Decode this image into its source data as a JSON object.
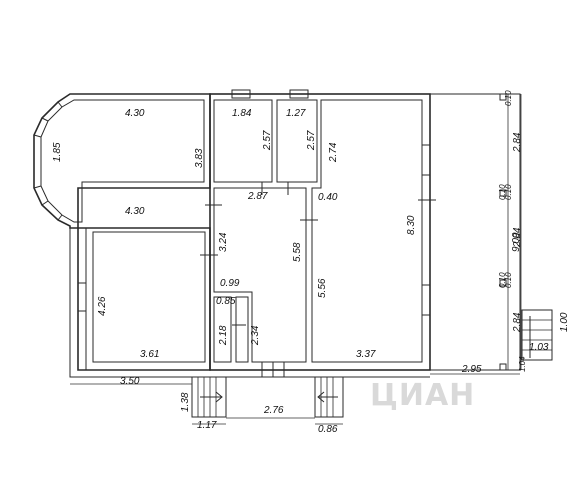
{
  "watermark": "ЦИАН",
  "rooms": {
    "bay_room": {
      "width_top": "4.30",
      "bay": "1.85",
      "height": "3.83",
      "width_bottom": "4.30"
    },
    "small_room_a": {
      "width": "1.84",
      "height": "2.57"
    },
    "small_room_b": {
      "width": "1.27",
      "height": "2.57"
    },
    "corridor": {
      "width": "2.87",
      "height": "3.24",
      "length": "5.58"
    },
    "big_room": {
      "height_top": "2.74",
      "offset": "0.40",
      "length": "5.56",
      "width": "3.37",
      "height_total": "8.30"
    },
    "left_room": {
      "height": "4.26",
      "width": "3.61"
    },
    "bath": {
      "width_a": "0.99",
      "width_b": "0.85",
      "height_a": "2.18",
      "height_b": "2.34"
    }
  },
  "exterior": {
    "bottom_left": "3.50",
    "steps_left_height": "1.38",
    "steps_left_width": "1.17",
    "between_steps": "2.76",
    "steps_right_width": "0.86",
    "terrace_bottom": "2.95",
    "right_total": "9.00",
    "right_segments": [
      "2.84",
      "2.84",
      "2.84"
    ],
    "right_gaps": [
      "0.10",
      "0.10",
      "0.10",
      "0.10",
      "0.10"
    ],
    "stairs_right_height": "1.00",
    "stairs_right_width": "1.03",
    "stairs_right_depth": "1.04"
  }
}
